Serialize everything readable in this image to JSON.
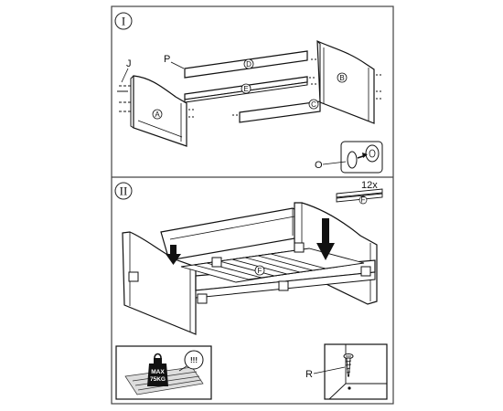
{
  "steps": [
    {
      "number": "I",
      "part_labels": {
        "J": "J",
        "P": "P",
        "A": "A",
        "B": "B",
        "C": "C",
        "D": "D",
        "E": "E",
        "O": "O"
      }
    },
    {
      "number": "II",
      "slat_quantity": "12x",
      "part_labels": {
        "F": "F",
        "R": "R"
      },
      "weight_warning": {
        "line1": "MAX",
        "line2": "75KG",
        "symbol": "!!!"
      }
    }
  ]
}
